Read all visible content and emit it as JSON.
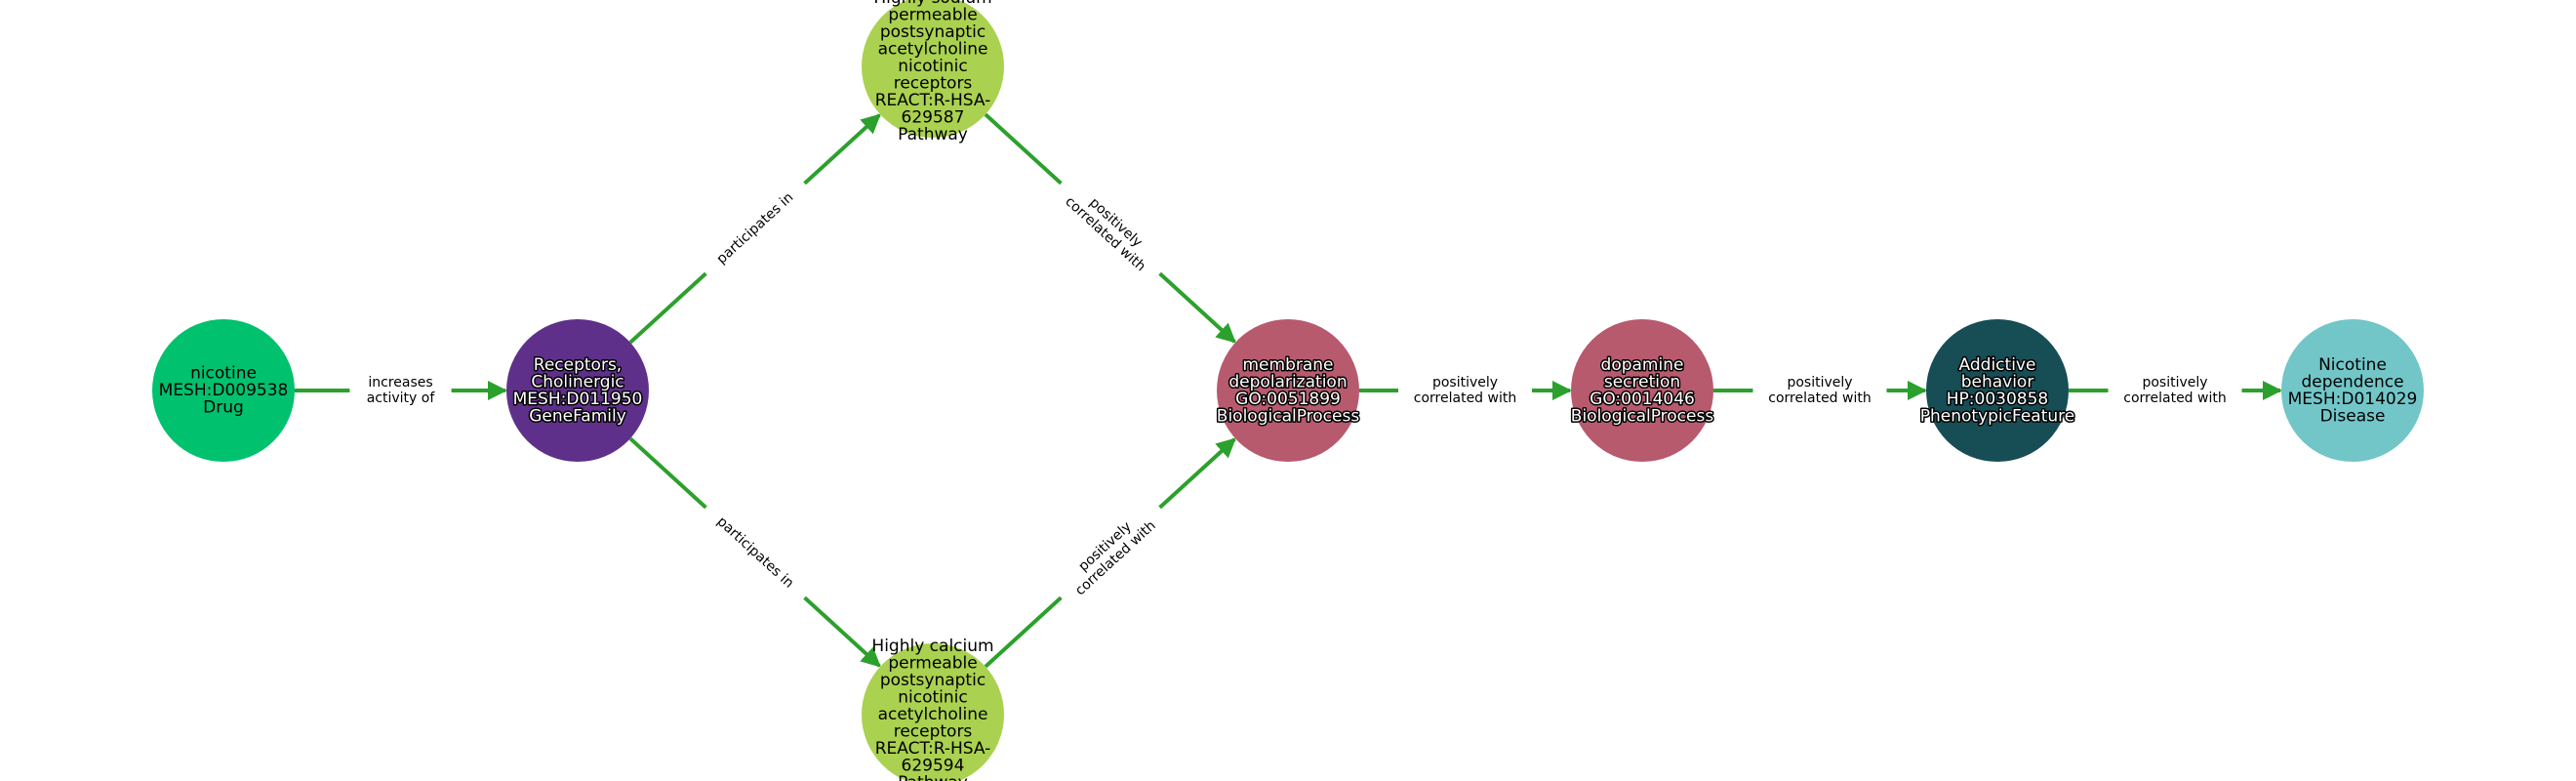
{
  "colors": {
    "edge": "#2ca02c",
    "Drug": "#00c16e",
    "GeneFamily": "#5e308a",
    "Pathway": "#aad150",
    "BiologicalProcess": "#b75a6e",
    "PhenotypicFeature": "#174d55",
    "Disease": "#72c6c8"
  },
  "nodes": [
    {
      "id": "nicotine",
      "lines": [
        "nicotine",
        "MESH:D009538",
        "Drug"
      ],
      "type": "Drug",
      "text_color": "#000000"
    },
    {
      "id": "receptors",
      "lines": [
        "Receptors,",
        "Cholinergic",
        "MESH:D011950",
        "GeneFamily"
      ],
      "type": "GeneFamily",
      "text_color": "#ffffff"
    },
    {
      "id": "sodium",
      "lines": [
        "Highly sodium",
        "permeable",
        "postsynaptic",
        "acetylcholine",
        "nicotinic",
        "receptors",
        "REACT:R-HSA-",
        "629587",
        "Pathway"
      ],
      "type": "Pathway",
      "text_color": "#000000"
    },
    {
      "id": "calcium",
      "lines": [
        "Highly calcium",
        "permeable",
        "postsynaptic",
        "nicotinic",
        "acetylcholine",
        "receptors",
        "REACT:R-HSA-",
        "629594",
        "Pathway"
      ],
      "type": "Pathway",
      "text_color": "#000000"
    },
    {
      "id": "membrane",
      "lines": [
        "membrane",
        "depolarization",
        "GO:0051899",
        "BiologicalProcess"
      ],
      "type": "BiologicalProcess",
      "text_color": "#ffffff"
    },
    {
      "id": "dopamine",
      "lines": [
        "dopamine",
        "secretion",
        "GO:0014046",
        "BiologicalProcess"
      ],
      "type": "BiologicalProcess",
      "text_color": "#ffffff"
    },
    {
      "id": "addictive",
      "lines": [
        "Addictive",
        "behavior",
        "HP:0030858",
        "PhenotypicFeature"
      ],
      "type": "PhenotypicFeature",
      "text_color": "#ffffff"
    },
    {
      "id": "dependence",
      "lines": [
        "Nicotine",
        "dependence",
        "MESH:D014029",
        "Disease"
      ],
      "type": "Disease",
      "text_color": "#000000"
    }
  ],
  "edges": [
    {
      "from": "nicotine",
      "to": "receptors",
      "label": [
        "increases",
        "activity of"
      ]
    },
    {
      "from": "receptors",
      "to": "sodium",
      "label": [
        "participates in"
      ]
    },
    {
      "from": "receptors",
      "to": "calcium",
      "label": [
        "participates in"
      ]
    },
    {
      "from": "sodium",
      "to": "membrane",
      "label": [
        "positively",
        "correlated with"
      ]
    },
    {
      "from": "calcium",
      "to": "membrane",
      "label": [
        "positively",
        "correlated with"
      ]
    },
    {
      "from": "membrane",
      "to": "dopamine",
      "label": [
        "positively",
        "correlated with"
      ]
    },
    {
      "from": "dopamine",
      "to": "addictive",
      "label": [
        "positively",
        "correlated with"
      ]
    },
    {
      "from": "addictive",
      "to": "dependence",
      "label": [
        "positively",
        "correlated with"
      ]
    }
  ]
}
